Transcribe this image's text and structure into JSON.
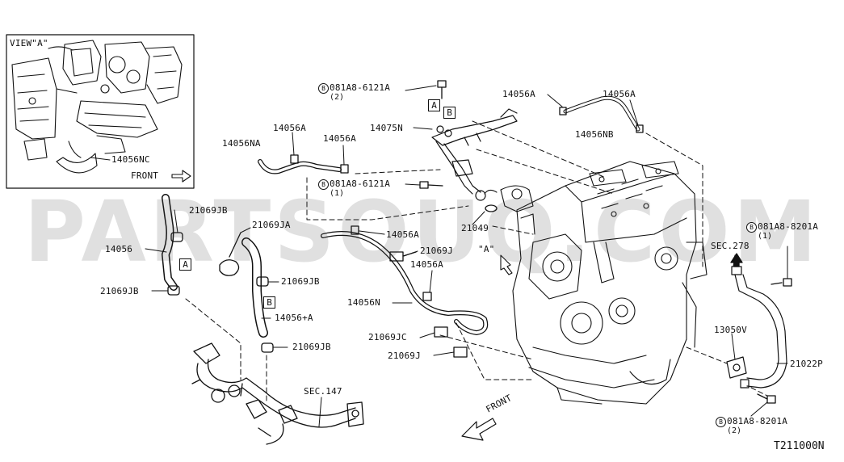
{
  "watermark": "PARTSOUQ.COM",
  "view_label": "VIEW\"A\"",
  "inset_front": "FRONT",
  "main_front": "FRONT",
  "view_a_pointer": "\"A\"",
  "diagram_ref": "T211000N",
  "circle_marker": "B",
  "box_markers": {
    "a1": "A",
    "b1": "B",
    "a2": "A",
    "b2": "B"
  },
  "callouts": {
    "p14056NC": "14056NC",
    "p081A8_6121A_top": "081A8-6121A",
    "p081A8_6121A_top_qty": "(2)",
    "p14075N": "14075N",
    "p14056A_top": "14056A",
    "p14056A_topright": "14056A",
    "p14056NB": "14056NB",
    "p14056A_mid": "14056A",
    "p14056NA": "14056NA",
    "p14056A_mid2": "14056A",
    "p081A8_6121A_mid": "081A8-6121A",
    "p081A8_6121A_mid_qty": "(1)",
    "p21069JB_1": "21069JB",
    "p21069JA": "21069JA",
    "p21049": "21049",
    "p14056A_low": "14056A",
    "p14056": "14056",
    "p21069J_1": "21069J",
    "p14056A_low2": "14056A",
    "p21069JB_2": "21069JB",
    "p21069JB_3": "21069JB",
    "p14056plusA": "14056+A",
    "p14056N": "14056N",
    "p21069JC": "21069JC",
    "p21069J_2": "21069J",
    "p21069JB_4": "21069JB",
    "pSEC147": "SEC.147",
    "pSEC278": "SEC.278",
    "p081A8_8201A_r": "081A8-8201A",
    "p081A8_8201A_r_qty": "(1)",
    "p13050V": "13050V",
    "p21022P": "21022P",
    "p081A8_8201A_b": "081A8-8201A",
    "p081A8_8201A_b_qty": "(2)"
  }
}
